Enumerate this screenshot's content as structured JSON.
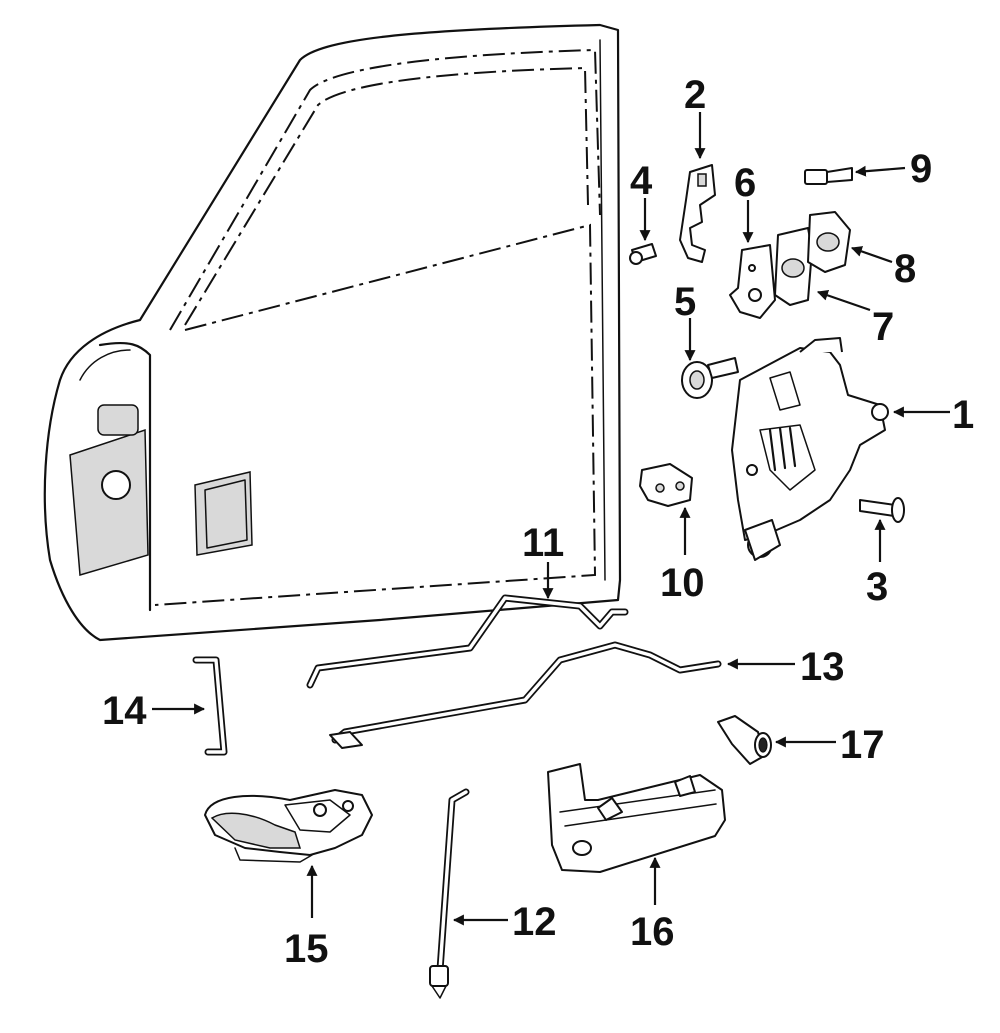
{
  "callouts": [
    {
      "id": "1",
      "label": "1"
    },
    {
      "id": "2",
      "label": "2"
    },
    {
      "id": "3",
      "label": "3"
    },
    {
      "id": "4",
      "label": "4"
    },
    {
      "id": "5",
      "label": "5"
    },
    {
      "id": "6",
      "label": "6"
    },
    {
      "id": "7",
      "label": "7"
    },
    {
      "id": "8",
      "label": "8"
    },
    {
      "id": "9",
      "label": "9"
    },
    {
      "id": "10",
      "label": "10"
    },
    {
      "id": "11",
      "label": "11"
    },
    {
      "id": "12",
      "label": "12"
    },
    {
      "id": "13",
      "label": "13"
    },
    {
      "id": "14",
      "label": "14"
    },
    {
      "id": "15",
      "label": "15"
    },
    {
      "id": "16",
      "label": "16"
    },
    {
      "id": "17",
      "label": "17"
    }
  ],
  "colors": {
    "line": "#111111",
    "background": "#ffffff",
    "shade": "#d9d9d9"
  }
}
